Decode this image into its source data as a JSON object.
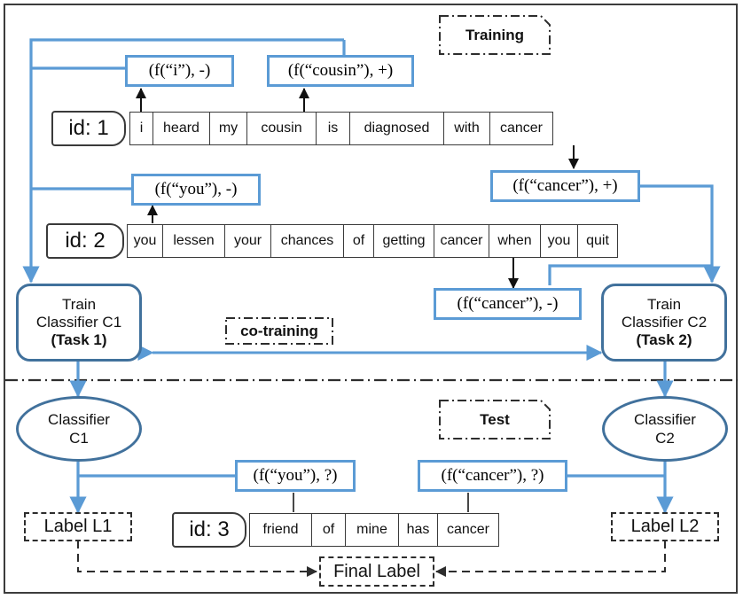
{
  "diagram": {
    "title_tags": {
      "training": "Training",
      "test": "Test",
      "cotraining": "co-training"
    },
    "colors": {
      "wire_blue": "#5b9bd5",
      "node_blue": "#41719c",
      "outline_dark": "#2d2d2d",
      "frame": "#3c3c3c"
    },
    "training_sentences": [
      {
        "id_label": "id: 1",
        "tokens": [
          "i",
          "heard",
          "my",
          "cousin",
          "is",
          "diagnosed",
          "with",
          "cancer"
        ]
      },
      {
        "id_label": "id: 2",
        "tokens": [
          "you",
          "lessen",
          "your",
          "chances",
          "of",
          "getting",
          "cancer",
          "when",
          "you",
          "quit"
        ]
      }
    ],
    "test_sentence": {
      "id_label": "id: 3",
      "tokens": [
        "friend",
        "of",
        "mine",
        "has",
        "cancer"
      ]
    },
    "features": {
      "f_i_neg": "(f(“i”), -)",
      "f_cousin_pos": "(f(“cousin”), +)",
      "f_you_neg": "(f(“you”), -)",
      "f_cancer_pos": "(f(“cancer”), +)",
      "f_cancer_neg": "(f(“cancer”), -)",
      "f_you_q": "(f(“you”), ?)",
      "f_cancer_q": "(f(“cancer”), ?)"
    },
    "train_nodes": {
      "c1": {
        "line1": "Train",
        "line2": "Classifier C1",
        "line3": "(Task 1)"
      },
      "c2": {
        "line1": "Train",
        "line2": "Classifier C2",
        "line3": "(Task 2)"
      }
    },
    "classifiers": {
      "c1": {
        "line1": "Classifier",
        "line2": "C1"
      },
      "c2": {
        "line1": "Classifier",
        "line2": "C2"
      }
    },
    "labels": {
      "l1": "Label L1",
      "l2": "Label L2",
      "final": "Final Label"
    }
  }
}
